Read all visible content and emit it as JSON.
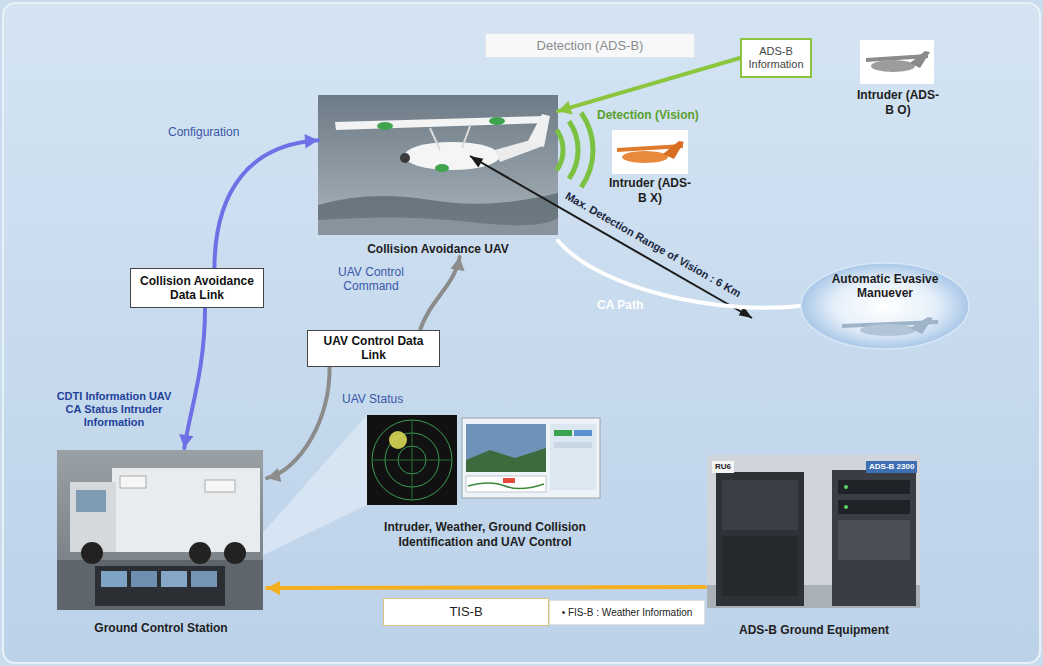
{
  "diagram": {
    "nodes": [
      {
        "text": [
          "Detection (ADS-B)"
        ]
      },
      {
        "text": [
          "ADS-B Information"
        ]
      },
      {
        "text": [
          "Intruder (ADS-B O)"
        ]
      },
      {
        "text": [
          "Collision Avoidance UAV"
        ]
      },
      {
        "text": [
          "Intruder (ADS-B X)"
        ]
      },
      {
        "text": [
          "Automatic Evasive Manuever"
        ]
      },
      {
        "text": [
          "Collision Avoidance Data Link"
        ]
      },
      {
        "text": [
          "UAV Control Data Link"
        ]
      },
      {
        "text": [
          "Ground Control Station"
        ]
      },
      {
        "text": [
          "Intruder, Weather, Ground Collision Identification and UAV Control"
        ]
      },
      {
        "text": [
          "ADS-B Ground Equipment"
        ]
      },
      {
        "text": [
          "TIS-B"
        ]
      },
      {
        "text": [
          "• FIS-B : Weather Information"
        ]
      }
    ],
    "edges": [
      {
        "from": 1,
        "to": 3,
        "arrow": "to"
      },
      {
        "from": 3,
        "to": 5,
        "arrow": "none",
        "label": "CA Path"
      },
      {
        "from": 6,
        "to": 3,
        "arrow": "to",
        "label": "Configuration"
      },
      {
        "from": 6,
        "to": 8,
        "arrow": "to",
        "label": "CDTI Information UAV CA Status Intruder Information"
      },
      {
        "from": 7,
        "to": 3,
        "arrow": "to",
        "label": "UAV Control Command"
      },
      {
        "from": 7,
        "to": 8,
        "arrow": "to",
        "label": "UAV Status"
      },
      {
        "from": 10,
        "to": 8,
        "arrow": "to"
      }
    ],
    "labels": [
      "Detection (Vision)",
      "Max. Detection Range of Vision : 6 Km",
      "RU6",
      "ADS-B 2300"
    ]
  }
}
